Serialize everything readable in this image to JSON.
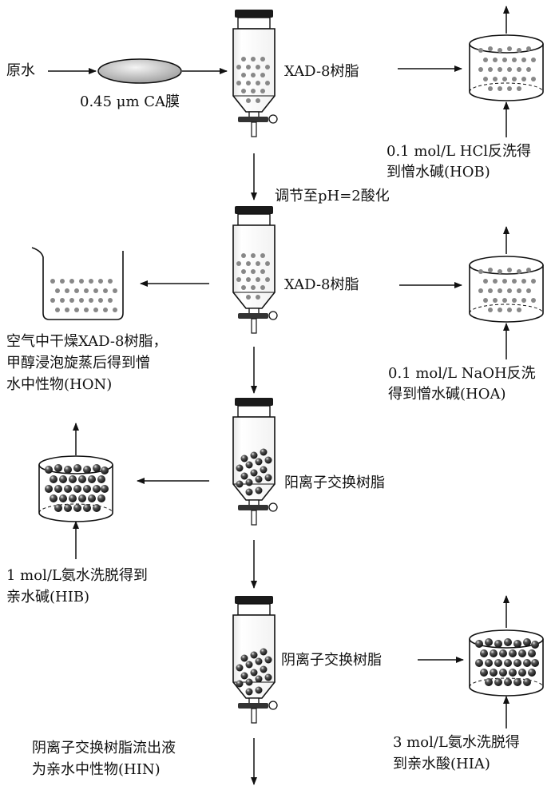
{
  "labels": {
    "raw_water": "原水",
    "membrane": "0.45 μm CA膜",
    "resin1": "XAD-8树脂",
    "hob_wash_line1": "0.1 mol/L HCl反洗得",
    "hob_wash_line2": "到憎水碱(HOB)",
    "adjust_ph": "调节至pH=2酸化",
    "resin2": "XAD-8树脂",
    "hon_line1": "空气中干燥XAD-8树脂，",
    "hon_line2": "甲醇浸泡旋蒸后得到憎",
    "hon_line3": "水中性物(HON)",
    "hoa_wash_line1": "0.1 mol/L NaOH反洗",
    "hoa_wash_line2": "得到憎水碱(HOA)",
    "cation_resin": "阳离子交换树脂",
    "hib_line1": "1 mol/L氨水洗脱得到",
    "hib_line2": "亲水碱(HIB)",
    "anion_resin": "阴离子交换树脂",
    "hin_line1": "阴离子交换树脂流出液",
    "hin_line2": "为亲水中性物(HIN)",
    "hia_line1": "3 mol/L氨水洗脱得",
    "hia_line2": "到亲水酸(HIA)"
  }
}
